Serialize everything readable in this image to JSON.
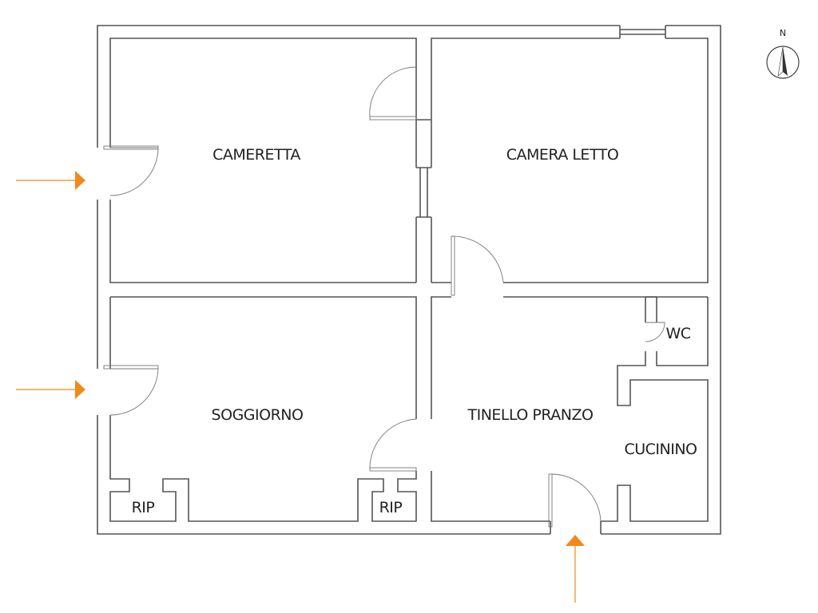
{
  "rooms": {
    "cameretta": "CAMERETTA",
    "camera_letto": "CAMERA LETTO",
    "soggiorno": "SOGGIORNO",
    "tinello_pranzo": "TINELLO PRANZO",
    "cucinino": "CUCININO",
    "wc": "WC",
    "rip_left": "RIP",
    "rip_right": "RIP"
  },
  "compass": {
    "north_label": "N"
  },
  "colors": {
    "arrow": "#F08A1C",
    "wall": "#555555",
    "text": "#222222"
  },
  "entrances": [
    "west-upper-arrow",
    "west-lower-arrow",
    "south-arrow"
  ]
}
